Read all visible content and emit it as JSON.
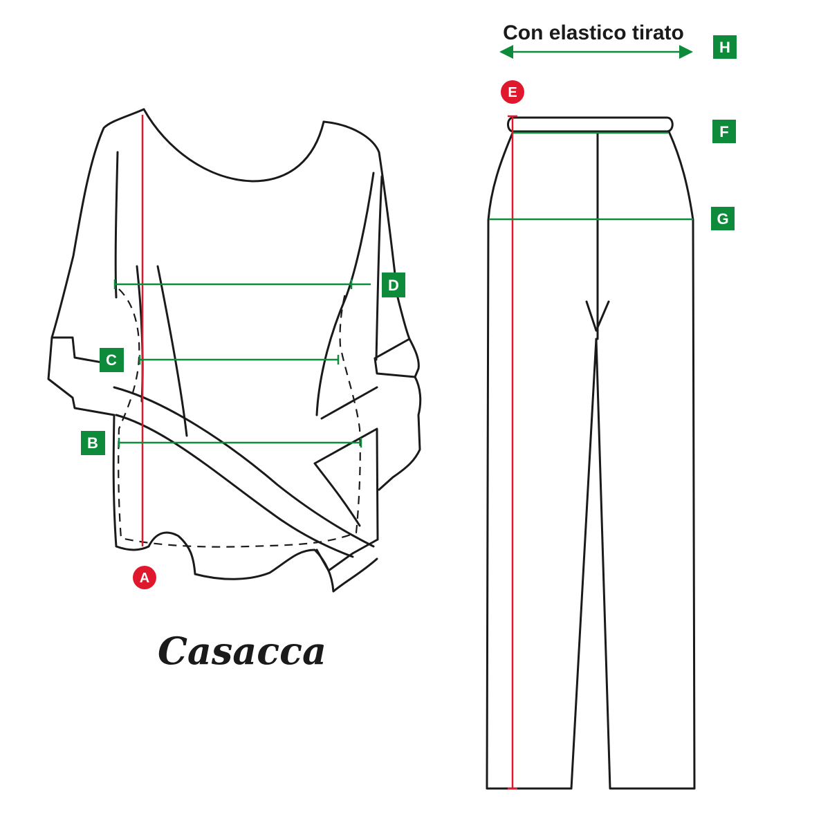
{
  "garment_title": "Casacca",
  "note": "Con elastico tirato",
  "colors": {
    "outline": "#1a1a1a",
    "green": "#0e8a3b",
    "red": "#e0182d"
  },
  "labels": {
    "a": "A",
    "b": "B",
    "c": "C",
    "d": "D",
    "e": "E",
    "f": "F",
    "g": "G",
    "h": "H"
  }
}
